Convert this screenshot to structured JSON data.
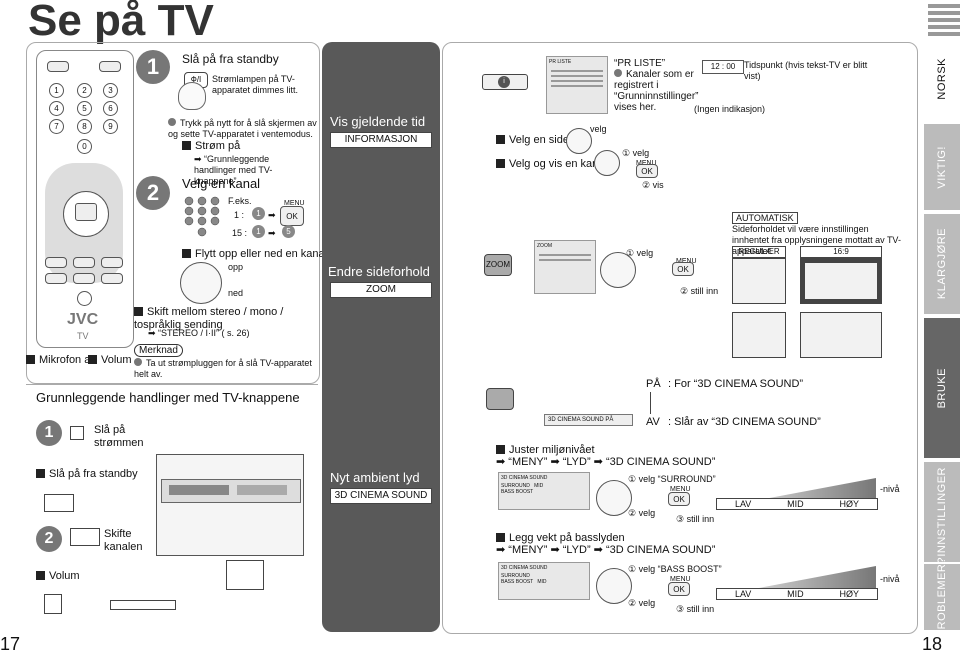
{
  "page": {
    "title": "Se på TV",
    "page_left": "17",
    "page_right": "18"
  },
  "tabs": [
    "NORSK",
    "VIKTIG!",
    "KLARGJØRE",
    "BRUKE",
    "INNSTILLINGER",
    "PROBLEMER?"
  ],
  "left": {
    "remote_brand": "JVC",
    "remote_tv": "TV",
    "remote_digits": [
      "1",
      "2",
      "3",
      "4",
      "5",
      "6",
      "7",
      "8",
      "9",
      "0"
    ],
    "remote_labels": {
      "mikrofon": "Mikrofon av",
      "volum": "Volum"
    },
    "step1": {
      "num": "1",
      "heading": "Slå på fra standby",
      "power_label": "Ф/I",
      "desc": "Strømlampen på TV-apparatet dimmes litt."
    },
    "step1_note": "Trykk på nytt for å slå skjermen av og sette TV-apparatet i ventemodus.",
    "step2": {
      "num": "2",
      "strom": "Strøm på",
      "strom_ref": "“Grunnleggende handlinger med TV-knappene”",
      "velg_kanal": "Velg en kanal",
      "feks": "F.eks.",
      "menu": "MENU",
      "ok": "OK",
      "ex1_label": "1 :",
      "ex1_a": "1",
      "ex2_label": "15 :",
      "ex2_a": "1",
      "ex2_b": "5",
      "flytt": "Flytt opp eller ned en kanal",
      "opp": "opp",
      "ned": "ned"
    },
    "skift": "Skift mellom stereo / mono / tospråklig sending",
    "skift_ref": "“STEREO / I·II” ( s. 26)",
    "merknad_title": "Merknad",
    "merknad": "Ta ut strømpluggen for å slå TV-apparatet helt av.",
    "grunn": {
      "title": "Grunnleggende handlinger med TV-knappene",
      "n1": "1",
      "sla_pa": "Slå på strømmen",
      "standby": "Slå på fra standby",
      "n2": "2",
      "skifte": "Skifte kanalen",
      "volum": "Volum"
    }
  },
  "mid": {
    "informasjon_title": "Vis gjeldende tid",
    "informasjon_box": "INFORMASJON",
    "zoom_title": "Endre sideforhold",
    "zoom_box": "ZOOM",
    "ambient_title": "Nyt ambient lyd",
    "ambient_box": "3D CINEMA SOUND"
  },
  "right": {
    "pr_liste": "PR LISTE",
    "pr_list_caption": "“PR LISTE”",
    "pr_note": "Kanaler som er registrert i “Grunninnstillinger” vises her.",
    "clock_value": "12 : 00",
    "clock_caption": "Tidspunkt (hvis tekst-TV er blitt vist)",
    "no_indicator": "(Ingen indikasjon)",
    "velg_side": "Velg en side",
    "velg_kanal": "Velg og vis en kanal",
    "velg": "velg",
    "velg1": "① velg",
    "vis2": "② vis",
    "zoom_screen": "ZOOM",
    "zoom_btn": "ZOOM",
    "zoom_velg": "① velg",
    "zoom_still": "② still inn",
    "automatisk": "AUTOMATISK",
    "auto_desc": "Sideforholdet vil være innstillingen innhentet fra opplysningene mottatt av TV-apparatet.",
    "regular": "REGULÆR",
    "ratio169": "16:9",
    "cinema_screen": "3D CINEMA SOUND   PÅ",
    "pa": "PÅ",
    "pa_desc": ": For “3D CINEMA SOUND”",
    "av": "AV",
    "av_desc": ": Slår av “3D CINEMA SOUND”",
    "juster": "Juster miljønivået",
    "juster_path": "“MENY” ➡ “LYD” ➡ “3D CINEMA SOUND”",
    "surround_velg": "① velg “SURROUND”",
    "velg2": "② velg",
    "still3": "③ still inn",
    "levels": [
      "LAV",
      "MID",
      "HØY"
    ],
    "niva": "-nivå",
    "bass": "Legg vekt på basslyden",
    "bass_path": "“MENY” ➡ “LYD” ➡ “3D CINEMA SOUND”",
    "bass_velg": "① velg “BASS BOOST”",
    "menu": "MENU",
    "ok": "OK",
    "screen_cinema_title": "3D CINEMA SOUND",
    "screen_rows": [
      "SURROUND",
      "BASS BOOST"
    ],
    "screen_val": "MID"
  }
}
